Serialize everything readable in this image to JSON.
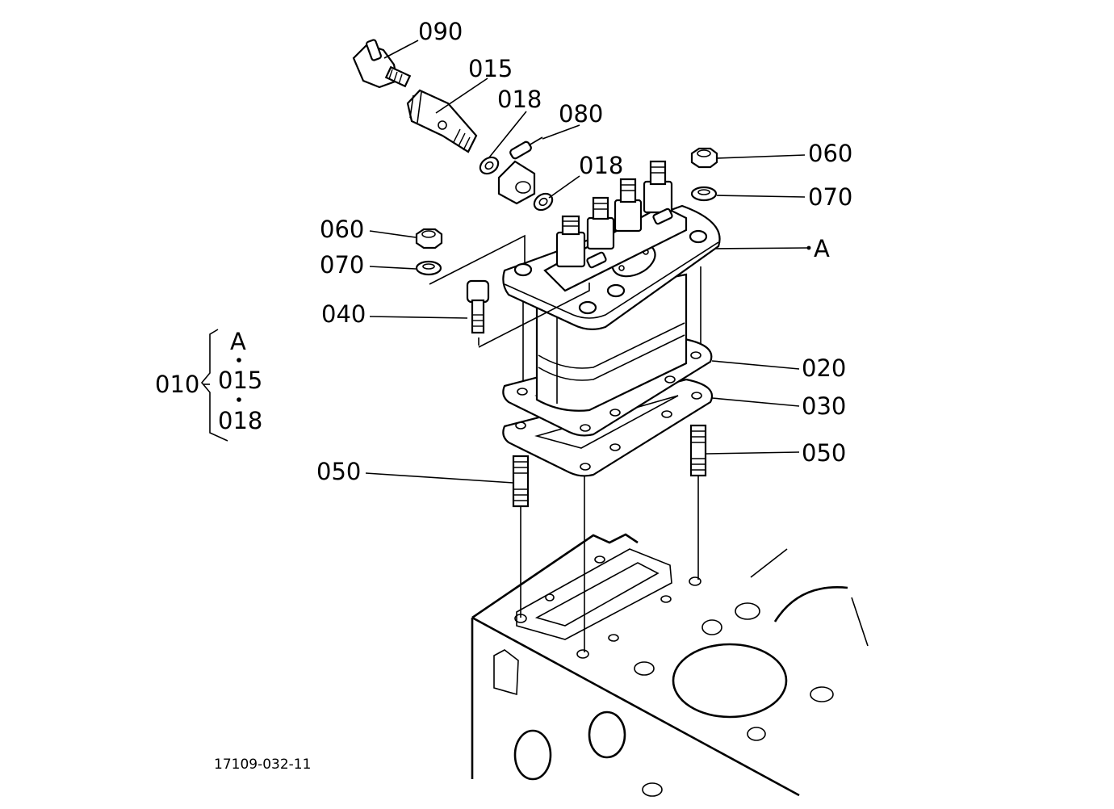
{
  "callouts": {
    "p090": "090",
    "p015": "015",
    "p018a": "018",
    "p080": "080",
    "p018b": "018",
    "p060a": "060",
    "p070a": "070",
    "pA": "A",
    "p060b": "060",
    "p070b": "070",
    "p040": "040",
    "p020": "020",
    "p030": "030",
    "p050a": "050",
    "p050b": "050"
  },
  "assembly_group": {
    "parent": "010",
    "members": [
      "A",
      "015",
      "018"
    ]
  },
  "figure_code": "17109-032-11"
}
